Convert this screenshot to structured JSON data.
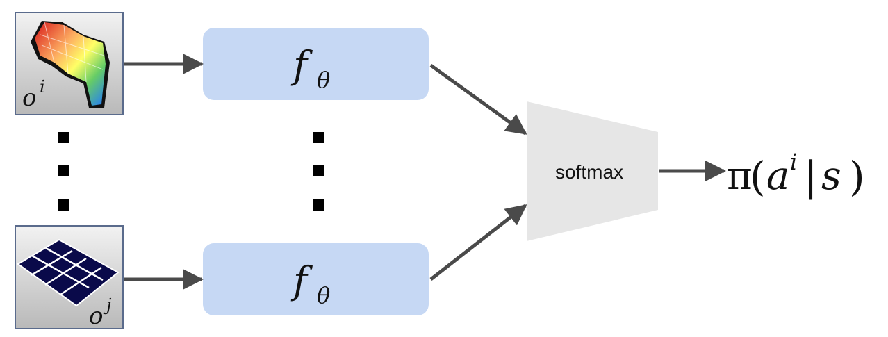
{
  "inputs": [
    {
      "symbol": "o",
      "superscript": "i",
      "icon": "heatmap-surface-icon"
    },
    {
      "symbol": "o",
      "superscript": "j",
      "icon": "grid-surface-icon"
    }
  ],
  "encoders": [
    {
      "symbol": "f",
      "subscript": "θ"
    },
    {
      "symbol": "f",
      "subscript": "θ"
    }
  ],
  "softmax": {
    "label": "softmax"
  },
  "output": {
    "pi": "π",
    "open": "(",
    "a": "a",
    "superscript": "i",
    "bar": "|",
    "s": "s",
    "close": ")"
  },
  "colors": {
    "encoder_fill": "#c6d8f4",
    "softmax_fill": "#e6e6e6",
    "arrow": "#4a4a4a",
    "input_border": "#5a6b8c",
    "input_bg": "#c7c7c7"
  }
}
